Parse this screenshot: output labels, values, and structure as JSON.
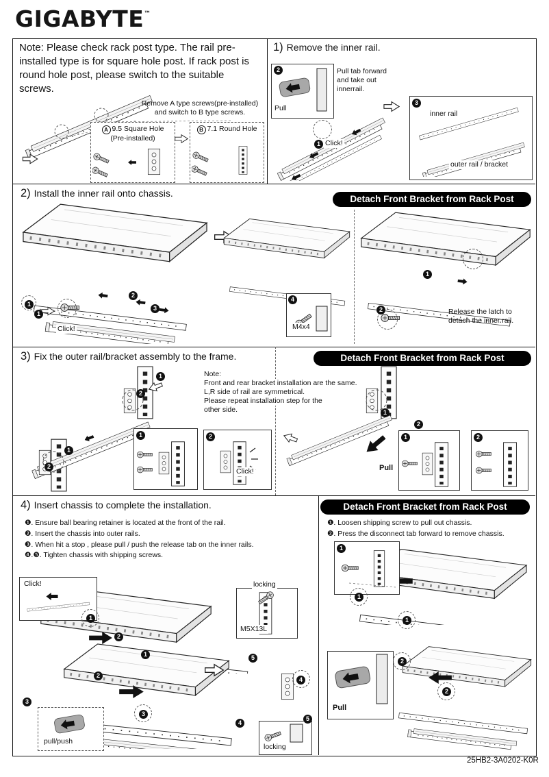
{
  "brand": {
    "logo": "GIGABYTE",
    "tm": "™"
  },
  "badges": {
    "detach": "Detach Front Bracket from Rack Post"
  },
  "glyphs": {
    "n1": "1",
    "n2": "2",
    "n3": "3",
    "n4": "4",
    "n5": "5",
    "a": "A",
    "b": "B"
  },
  "note_section": {
    "text": "Note: Please check rack post type. The rail pre-installed type is for square hole post. If rack post is round hole post, please switch to the suitable screws.",
    "instruction_line1": "Remove A type screws(pre-installed)",
    "instruction_line2": "and switch to B type screws.",
    "screw_a_title": "9.5 Square Hole",
    "screw_a_subtitle": "(Pre-installed)",
    "screw_b_title": "7.1 Round Hole"
  },
  "step1": {
    "number": "1)",
    "title": "Remove the inner rail.",
    "pull_label": "Pull",
    "pull_note_line1": "Pull tab forward",
    "pull_note_line2": "and take out",
    "pull_note_line3": "innerrail.",
    "click_label": "Click!",
    "inner_rail_label": "inner rail",
    "outer_rail_label": "outer rail / bracket"
  },
  "step2": {
    "number": "2)",
    "title": "Install the inner rail onto chassis.",
    "click_label": "Click!",
    "screw_label": "M4x4",
    "release_line1": "Release the latch to",
    "release_line2": "detach the inner rail."
  },
  "step3": {
    "number": "3)",
    "title": "Fix the outer rail/bracket assembly to the frame.",
    "note_line1": "Note:",
    "note_line2": "Front and rear bracket installation are the same.",
    "note_line3": "L,R side of rail are symmetrical.",
    "note_line4": "Please repeat installation step for the",
    "note_line5": "other side.",
    "click_label": "Click!",
    "pull_label": "Pull"
  },
  "step4": {
    "number": "4)",
    "title": "Insert chassis to complete the installation.",
    "steps": [
      "❶. Ensure ball bearing retainer is located at the front of the rail.",
      "❷. Insert the chassis into outer rails.",
      "❸. When hit a stop , please pull / push the release tab on the inner rails.",
      "❹.❺. Tighten chassis with shipping screws."
    ],
    "detach_steps": [
      "❶. Loosen shipping screw to pull out chassis.",
      "❷. Press the disconnect tab forward to remove chassis."
    ],
    "click_label": "Click!",
    "locking_label": "locking",
    "screw_label": "M5X13L",
    "pullpush_label": "pull/push",
    "locking2_label": "locking",
    "pull_label": "Pull"
  },
  "footer": {
    "part_number": "25HB2-3A0202-K0R"
  }
}
